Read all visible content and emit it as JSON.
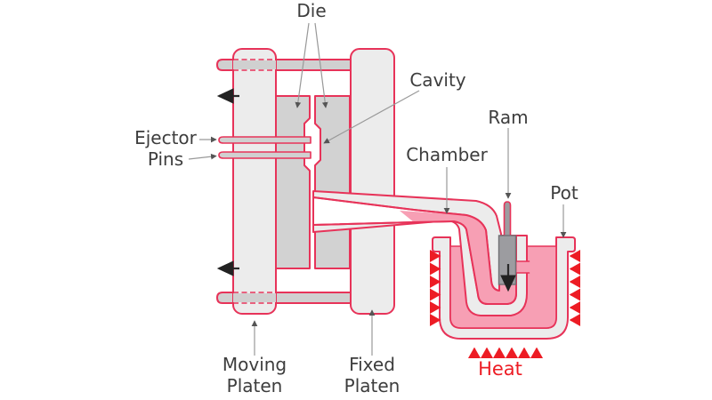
{
  "diagram": {
    "labels": {
      "die": "Die",
      "cavity": "Cavity",
      "ejector_pins": {
        "line1": "Ejector",
        "line2": "Pins"
      },
      "chamber": "Chamber",
      "ram": "Ram",
      "pot": "Pot",
      "moving_platen": {
        "line1": "Moving",
        "line2": "Platen"
      },
      "fixed_platen": {
        "line1": "Fixed",
        "line2": "Platen"
      },
      "heat": "Heat"
    },
    "colors": {
      "red": "#e73359",
      "heatred": "#ed1c24",
      "light": "#ececec",
      "mid": "#d2d2d2",
      "bar": "#d0d0d0",
      "pink": "#f79fb4",
      "ram": "#9c9ca0",
      "ramline": "#707074",
      "text": "#3d3d3d",
      "leader": "#999999",
      "arrow": "#2a2a2a"
    }
  }
}
